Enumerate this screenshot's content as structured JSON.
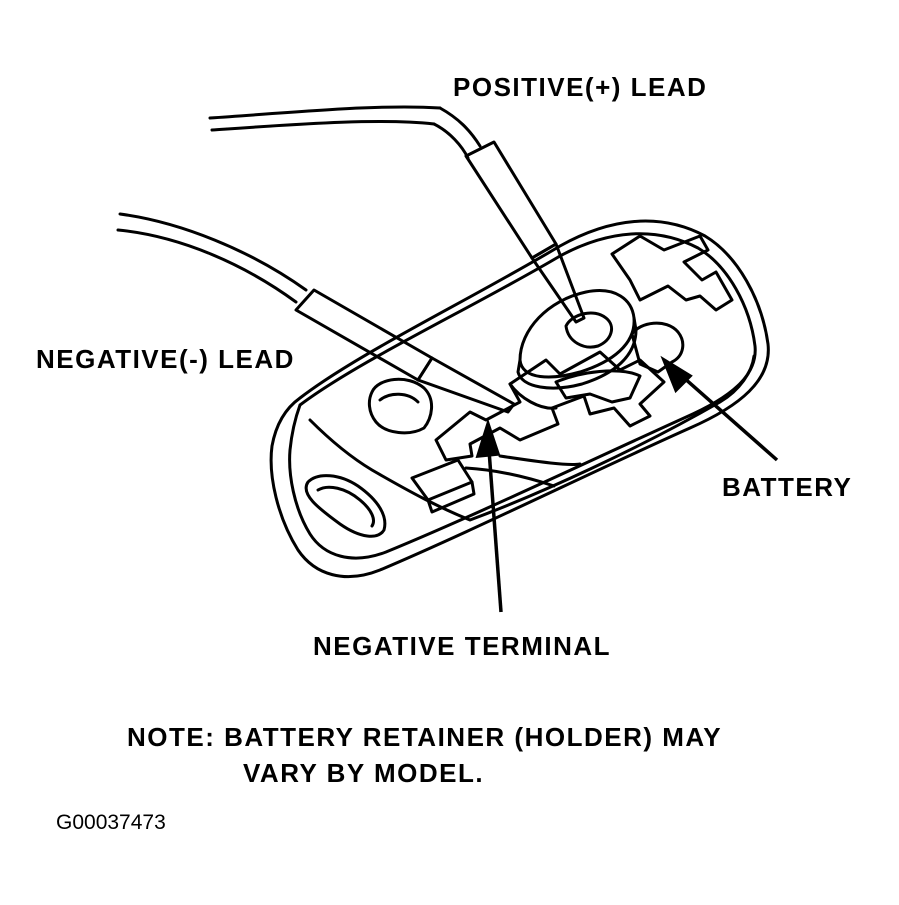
{
  "labels": {
    "positive_lead": "POSITIVE(+) LEAD",
    "negative_lead": "NEGATIVE(-) LEAD",
    "battery": "BATTERY",
    "negative_terminal": "NEGATIVE TERMINAL"
  },
  "note": {
    "line1": "NOTE: BATTERY RETAINER (HOLDER) MAY",
    "line2": "VARY BY MODEL."
  },
  "figure_id": "G00037473",
  "colors": {
    "ink": "#000000",
    "paper": "#ffffff"
  }
}
